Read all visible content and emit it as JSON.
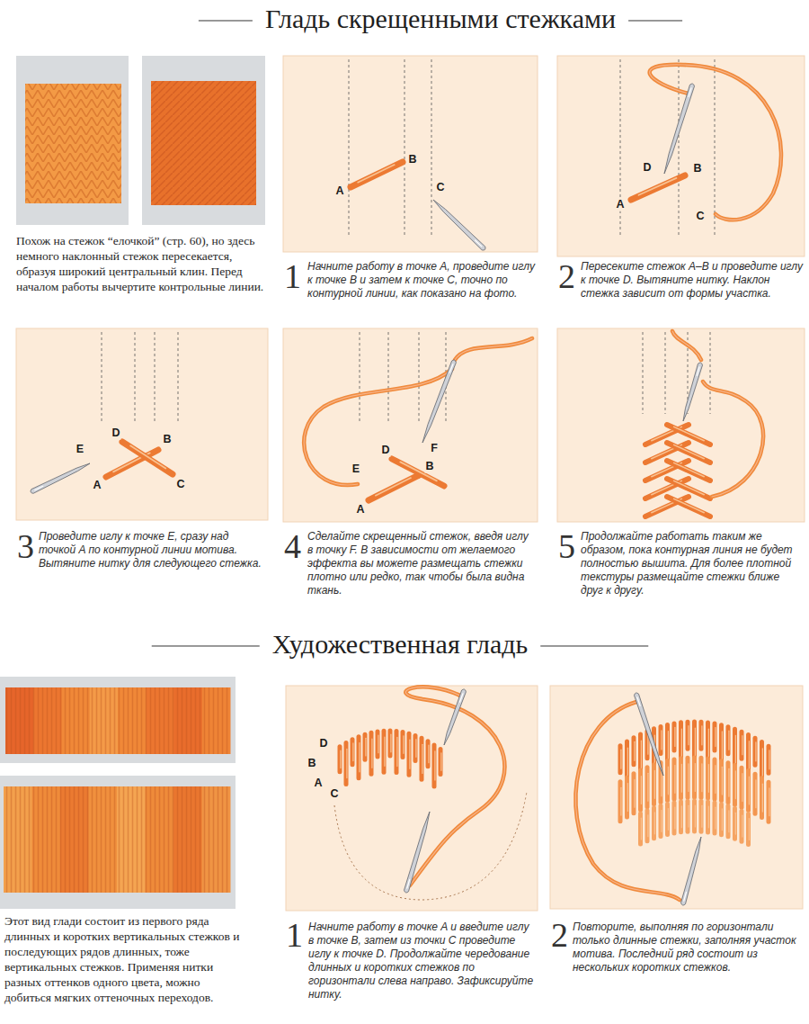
{
  "diagram": {
    "title": "Гладь скрещенными стежками",
    "nodes": [
      {
        "text": [
          "A",
          "B",
          "C"
        ]
      },
      {
        "text": [
          "D",
          "B",
          "A",
          "C"
        ]
      },
      {
        "text": [
          "D",
          "B",
          "E",
          "A",
          "C"
        ]
      },
      {
        "text": [
          "D",
          "F",
          "E",
          "B",
          "A"
        ]
      },
      {
        "text": [
          "D",
          "B",
          "A",
          "C"
        ]
      }
    ],
    "labels": [
      "Похож на стежок “елочкой” (стр. 60), но здесь немного наклонный стежок пересекается, образуя широкий центральный клин. Перед началом работы вычертите контрольные линии.",
      "1",
      "Начните работу в точке A, проведите иглу к точке B и затем к точке C, точно по контурной линии, как показано на фото.",
      "2",
      "Пересеките стежок A–B и проведите иглу к точке D. Вытяните нитку. Наклон стежка зависит от формы участка.",
      "3",
      "Проведите иглу к точке E, сразу над точкой A по контурной линии мотива. Вытяните нитку для следующего стежка.",
      "4",
      "Сделайте скрещенный стежок, введя иглу в точку F. В зависимости от желаемого эффекта вы можете размещать стежки плотно или редко, так чтобы была видна ткань.",
      "5",
      "Продолжайте работать таким же образом, пока контурная линия не будет полностью вышита. Для более плотной текстуры размещайте стежки ближе друг к другу.",
      "Художественная гладь",
      "Этот вид глади состоит из первого ряда длинных и коротких вертикальных стежков и последующих рядов длинных, тоже вертикальных стежков. Применяя нитки разных оттенков одного цвета, можно добиться мягких оттеночных переходов.",
      "1",
      "Начните работу в точке A и введите иглу в точке B, затем из точки C проведите иглу к точке D. Продолжайте чередование длинных и коротких стежков по горизонтали слева направо. Зафиксируйте нитку.",
      "2",
      "Повторите, выполняя по горизонтали только длинные стежки, заполняя участок мотива. Последний ряд состоит из нескольких коротких стежков."
    ]
  }
}
